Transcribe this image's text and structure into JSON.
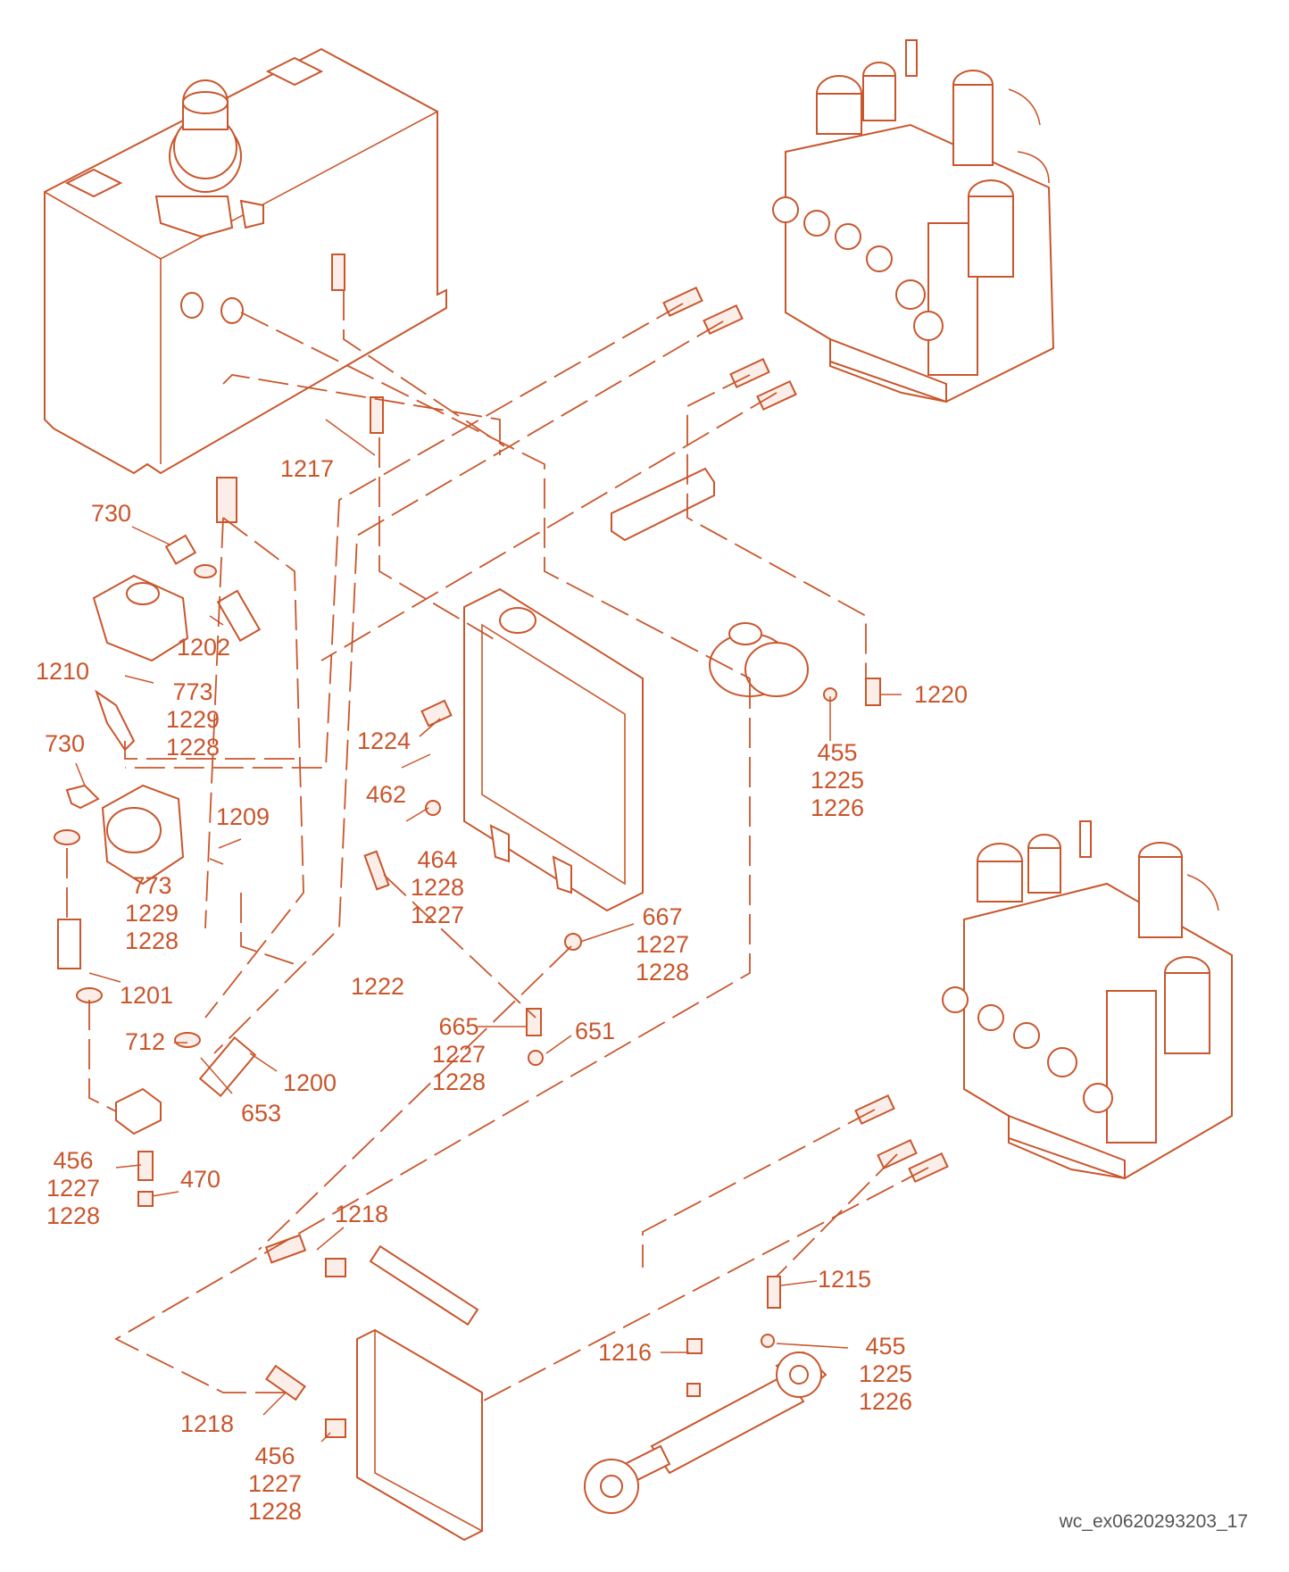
{
  "diagram": {
    "line_color": "#c9562c",
    "reference_code": "wc_ex0620293203_17",
    "callouts": [
      {
        "id": "730-top",
        "lines": [
          "730"
        ]
      },
      {
        "id": "1202",
        "lines": [
          "1202"
        ]
      },
      {
        "id": "1210",
        "lines": [
          "1210"
        ]
      },
      {
        "id": "773-top",
        "lines": [
          "773",
          "1229",
          "1228"
        ]
      },
      {
        "id": "730-mid",
        "lines": [
          "730"
        ]
      },
      {
        "id": "1209",
        "lines": [
          "1209"
        ]
      },
      {
        "id": "773-mid",
        "lines": [
          "773",
          "1229",
          "1228"
        ]
      },
      {
        "id": "1201",
        "lines": [
          "1201"
        ]
      },
      {
        "id": "712",
        "lines": [
          "712"
        ]
      },
      {
        "id": "1200",
        "lines": [
          "1200"
        ]
      },
      {
        "id": "653",
        "lines": [
          "653"
        ]
      },
      {
        "id": "456-left",
        "lines": [
          "456",
          "1227",
          "1228"
        ]
      },
      {
        "id": "470",
        "lines": [
          "470"
        ]
      },
      {
        "id": "1217",
        "lines": [
          "1217"
        ]
      },
      {
        "id": "1224",
        "lines": [
          "1224"
        ]
      },
      {
        "id": "462",
        "lines": [
          "462"
        ]
      },
      {
        "id": "464",
        "lines": [
          "464",
          "1228",
          "1227"
        ]
      },
      {
        "id": "1222",
        "lines": [
          "1222"
        ]
      },
      {
        "id": "667",
        "lines": [
          "667",
          "1227",
          "1228"
        ]
      },
      {
        "id": "665",
        "lines": [
          "665",
          "1227",
          "1228"
        ]
      },
      {
        "id": "651",
        "lines": [
          "651"
        ]
      },
      {
        "id": "1220",
        "lines": [
          "1220"
        ]
      },
      {
        "id": "455-top",
        "lines": [
          "455",
          "1225",
          "1226"
        ]
      },
      {
        "id": "1218-top",
        "lines": [
          "1218"
        ]
      },
      {
        "id": "1218-bottom",
        "lines": [
          "1218"
        ]
      },
      {
        "id": "456-bottom",
        "lines": [
          "456",
          "1227",
          "1228"
        ]
      },
      {
        "id": "1215",
        "lines": [
          "1215"
        ]
      },
      {
        "id": "1216",
        "lines": [
          "1216"
        ]
      },
      {
        "id": "455-bottom",
        "lines": [
          "455",
          "1225",
          "1226"
        ]
      }
    ]
  }
}
